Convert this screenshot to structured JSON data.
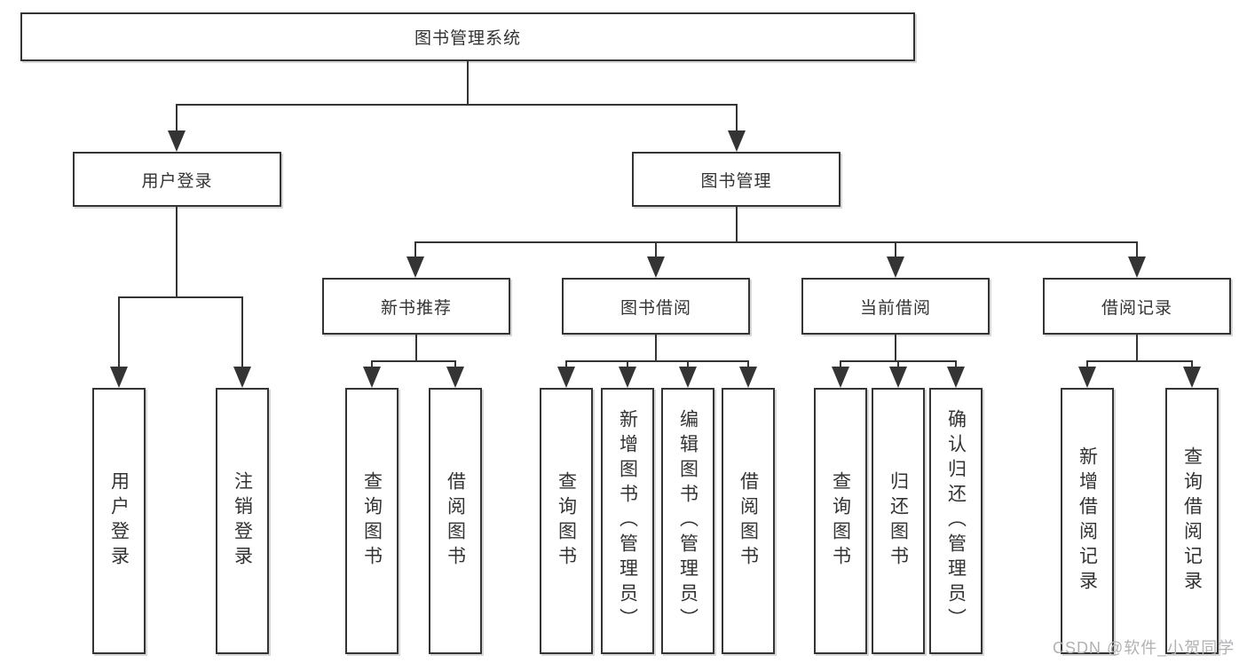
{
  "nodes": {
    "root": {
      "label": "图书管理系统"
    },
    "user_login": {
      "label": "用户登录",
      "children": [
        "用户登录",
        "注销登录"
      ]
    },
    "book_mgmt": {
      "label": "图书管理"
    },
    "new_books": {
      "label": "新书推荐",
      "children": [
        "查询图书",
        "借阅图书"
      ]
    },
    "borrow": {
      "label": "图书借阅",
      "children": [
        "查询图书",
        "新增图书（管理员）",
        "编辑图书（管理员）",
        "借阅图书"
      ]
    },
    "current": {
      "label": "当前借阅",
      "children": [
        "查询图书",
        "归还图书",
        "确认归还（管理员）"
      ]
    },
    "records": {
      "label": "借阅记录",
      "children": [
        "新增借阅记录",
        "查询借阅记录"
      ]
    }
  },
  "watermark": "CSDN @软件_小贺同学",
  "colors": {
    "line": "#343434",
    "text": "#333333",
    "watermark": "#b1b1b4",
    "background": "#ffffff"
  }
}
